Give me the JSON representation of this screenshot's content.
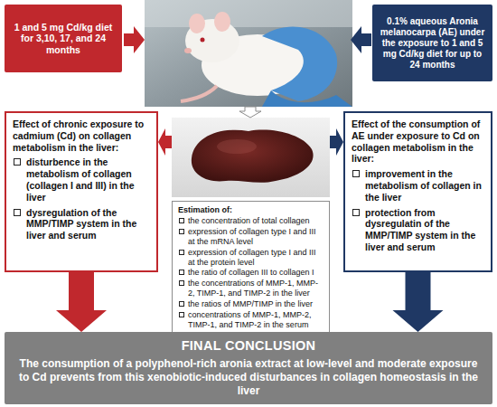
{
  "diagram": {
    "nodes": [
      {
        "text": [
          "1 and 5 mg Cd/kg diet for 3,10, 17, and 24 months"
        ]
      },
      {
        "text": [
          "0.1% aqueous Aronia melanocarpa (AE) under the exposure to 1 and 5 mg Cd/kg diet for up to 24 months"
        ]
      },
      {
        "text": [
          "Effect of chronic exposure to cadmium (Cd) on collagen metabolism in the liver:",
          "disturbence in the metabolism of collagen (collagen I and III) in the liver",
          "dysregulation of the MMP/TIMP system in the liver and serum"
        ]
      },
      {
        "text": [
          "Estimation of:",
          "the concentration of total collagen",
          "expression of collagen type I and III at the mRNA level",
          "expression of collagen type I and III at the protein level",
          "the ratio of collagen III to collagen I",
          "the concentrations of MMP-1, MMP-2, TIMP-1, and TIMP-2 in the liver",
          "the ratios of MMP/TIMP in the liver",
          "concentrations of MMP-1, MMP-2, TIMP-1, and TIMP-2 in the serum"
        ]
      },
      {
        "text": [
          "Effect of the consumption of AE under exposure to Cd on collagen metabolism in the liver:",
          "improvement in the metabolism of collagen in the liver",
          "protection from dysregulatin of the MMP/TIMP system in the liver and serum"
        ]
      },
      {
        "text": [
          "FINAL CONCLUSION",
          "The consumption of a polyphenol-rich aronia extract at low-level and moderate exposure to Cd prevents from this xenobiotic-induced disturbances in collagen homeostasis in the liver"
        ]
      }
    ],
    "edges": [
      {
        "from": 2,
        "to": 5,
        "arrow": "to"
      },
      {
        "from": 4,
        "to": 5,
        "arrow": "to"
      }
    ]
  }
}
